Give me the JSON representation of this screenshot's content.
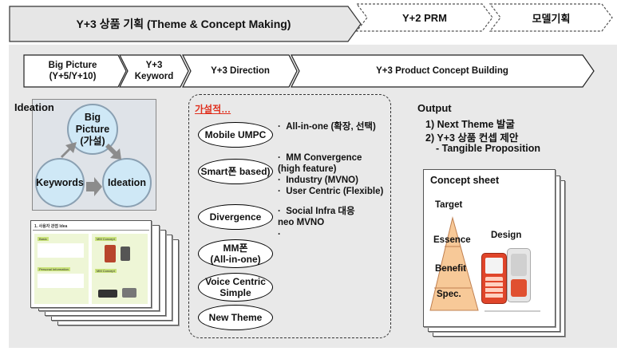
{
  "top_arrows": {
    "main": "Y+3 상품 기획 (Theme & Concept Making)",
    "prm": "Y+2 PRM",
    "model": "모델기획"
  },
  "stages": [
    {
      "line1": "Big Picture",
      "line2": "(Y+5/Y+10)"
    },
    {
      "line1": "Y+3",
      "line2": "Keyword"
    },
    {
      "line1": "Y+3 Direction",
      "line2": ""
    },
    {
      "line1": "Y+3 Product Concept Building",
      "line2": ""
    }
  ],
  "ideation": {
    "title": "Ideation",
    "big_picture_1": "Big",
    "big_picture_2": "Picture",
    "big_picture_3": "(가설)",
    "keywords": "Keywords",
    "ideation_node": "Ideation"
  },
  "hypothesis": {
    "title": "가설적…",
    "themes": [
      {
        "line1": "Mobile UMPC",
        "line2": ""
      },
      {
        "line1": "Smart폰 based)",
        "line2": ""
      },
      {
        "line1": "Divergence",
        "line2": ""
      },
      {
        "line1": "MM폰",
        "line2": "(All-in-one)"
      },
      {
        "line1": "Voice Centric",
        "line2": "Simple"
      },
      {
        "line1": "New Theme",
        "line2": ""
      }
    ],
    "bullets_1": [
      "All-in-one (확장, 선택)"
    ],
    "bullets_2": [
      "MM Convergence",
      "(high feature)",
      "Industry (MVNO)",
      "User Centric (Flexible)"
    ],
    "bullets_3": [
      "Social Infra 대응",
      "neo MVNO",
      ""
    ]
  },
  "output": {
    "title": "Output",
    "item1": "1) Next Theme 발굴",
    "item2": "2) Y+3 상품 컨셉 제안",
    "item3": "- Tangible Proposition"
  },
  "concept_sheet": {
    "title": "Concept sheet",
    "target": "Target",
    "essence": "Essence",
    "benefit": "Benefit",
    "spec": "Spec.",
    "design": "Design"
  },
  "doc_thumb": {
    "title": "1. 사용자 관점 Idea",
    "labels": [
      "Basic",
      "Personal Information",
      "MM Concept",
      "MM Concept"
    ]
  },
  "colors": {
    "main_arrow": "#e6e6e6",
    "stage_fill": "#ffffff",
    "panel": "#e9e9e9",
    "circle_fill": "#cfe8f6",
    "arrow_gray": "#8c8c8c",
    "title_red": "#e0301e",
    "pyramid": "#f7c998",
    "phone": "#e0452a"
  }
}
